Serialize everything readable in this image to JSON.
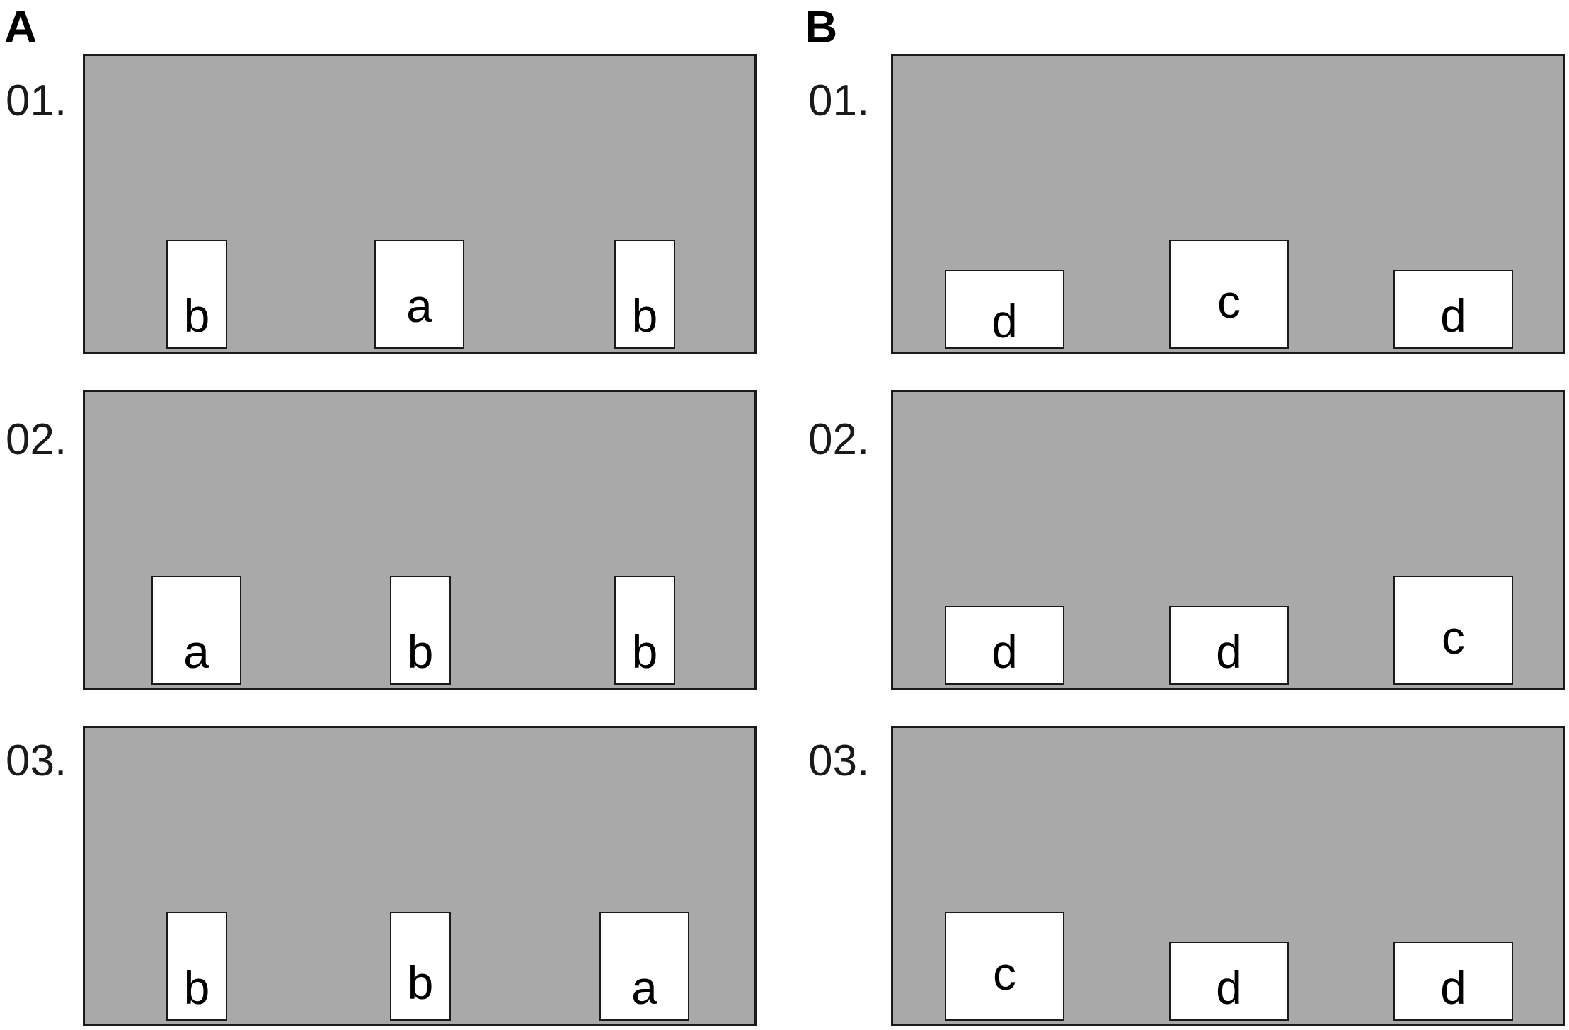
{
  "columns": [
    {
      "label": "A",
      "rows": [
        {
          "label": "01.",
          "items": [
            {
              "letter": "b",
              "kind": "narrow"
            },
            {
              "letter": "a",
              "kind": "wide"
            },
            {
              "letter": "b",
              "kind": "narrow"
            }
          ]
        },
        {
          "label": "02.",
          "items": [
            {
              "letter": "a",
              "kind": "wide"
            },
            {
              "letter": "b",
              "kind": "narrow"
            },
            {
              "letter": "b",
              "kind": "narrow"
            }
          ]
        },
        {
          "label": "03.",
          "items": [
            {
              "letter": "b",
              "kind": "narrow"
            },
            {
              "letter": "b",
              "kind": "narrow"
            },
            {
              "letter": "a",
              "kind": "wide"
            }
          ]
        }
      ]
    },
    {
      "label": "B",
      "rows": [
        {
          "label": "01.",
          "items": [
            {
              "letter": "d",
              "kind": "short"
            },
            {
              "letter": "c",
              "kind": "tall"
            },
            {
              "letter": "d",
              "kind": "short"
            }
          ]
        },
        {
          "label": "02.",
          "items": [
            {
              "letter": "d",
              "kind": "short"
            },
            {
              "letter": "d",
              "kind": "short"
            },
            {
              "letter": "c",
              "kind": "tall"
            }
          ]
        },
        {
          "label": "03.",
          "items": [
            {
              "letter": "c",
              "kind": "tall"
            },
            {
              "letter": "d",
              "kind": "short"
            },
            {
              "letter": "d",
              "kind": "short"
            }
          ]
        }
      ]
    }
  ]
}
